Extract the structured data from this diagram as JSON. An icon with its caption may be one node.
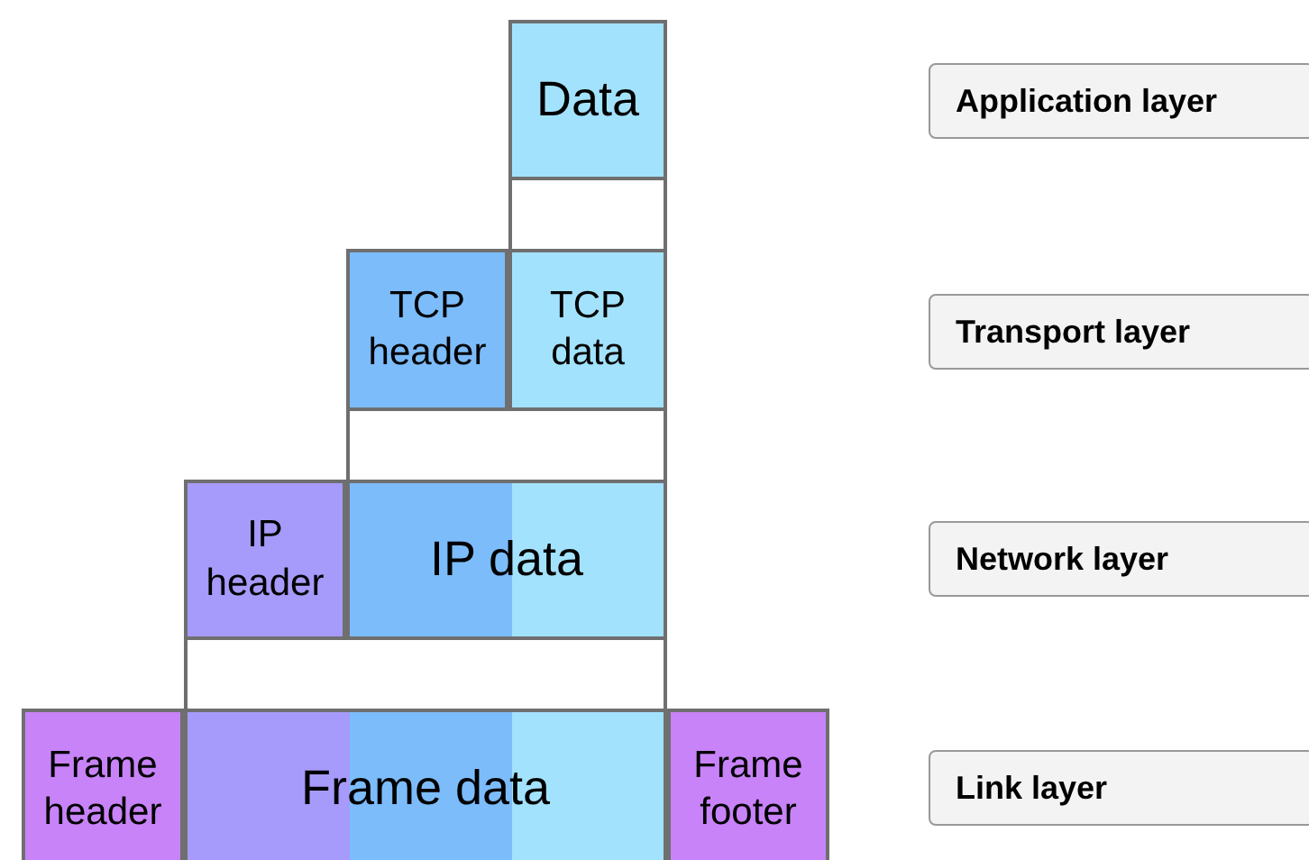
{
  "diagram": {
    "nodes": [
      {
        "text": [
          "Data"
        ]
      },
      {
        "text": [
          "Application layer"
        ]
      },
      {
        "text": [
          "TCP header"
        ]
      },
      {
        "text": [
          "TCP data"
        ]
      },
      {
        "text": [
          "Transport layer"
        ]
      },
      {
        "text": [
          "IP header"
        ]
      },
      {
        "text": [
          "IP data"
        ]
      },
      {
        "text": [
          "Network layer"
        ]
      },
      {
        "text": [
          "Frame header"
        ]
      },
      {
        "text": [
          "Frame data"
        ]
      },
      {
        "text": [
          "Frame footer"
        ]
      },
      {
        "text": [
          "Link layer"
        ]
      }
    ]
  }
}
